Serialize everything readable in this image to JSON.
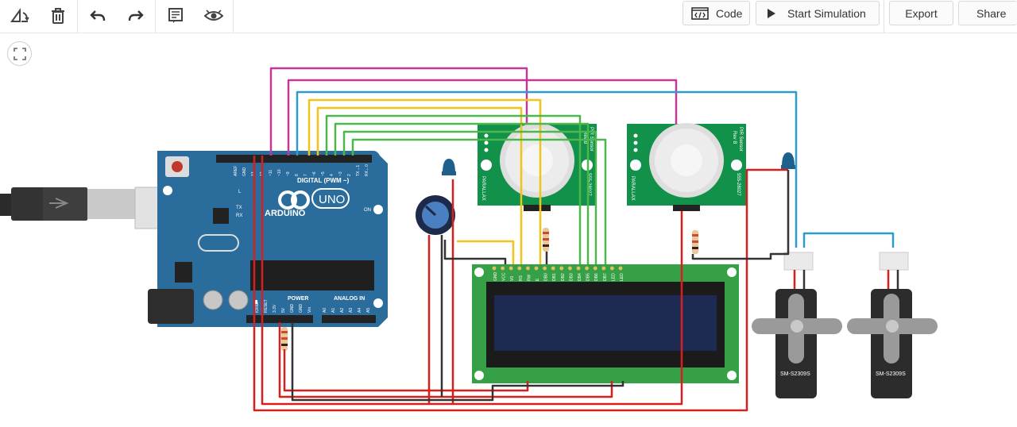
{
  "toolbar": {
    "left_tools": [
      {
        "name": "rotate-icon"
      },
      {
        "name": "trash-icon"
      },
      {
        "name": "undo-icon"
      },
      {
        "name": "redo-icon"
      },
      {
        "name": "notes-icon"
      },
      {
        "name": "visibility-icon"
      }
    ],
    "code_label": "Code",
    "start_sim_label": "Start Simulation",
    "export_label": "Export",
    "share_label": "Share"
  },
  "canvas": {
    "fit_view_icon": "fit-view-icon",
    "arduino": {
      "logo_text": "ARDUINO",
      "model": "UNO",
      "digital_header": "DIGITAL (PWM ~)",
      "power_label": "POWER",
      "analog_label": "ANALOG IN",
      "on_label": "ON",
      "led_labels": [
        "L",
        "TX",
        "RX"
      ],
      "top_pins": [
        "AREF",
        "GND",
        "13",
        "12",
        "~11",
        "~10",
        "~9",
        "8",
        "7",
        "~6",
        "~5",
        "4",
        "~3",
        "2",
        "TX→1",
        "RX←0"
      ],
      "power_pins": [
        "IOREF",
        "RESET",
        "3.3V",
        "5V",
        "GND",
        "GND",
        "Vin"
      ],
      "analog_pins": [
        "A0",
        "A1",
        "A2",
        "A3",
        "A4",
        "A5"
      ]
    },
    "pir_sensors": [
      {
        "side_text_1": "PIR Sensor",
        "side_text_2": "Rev B",
        "code": "555-28027",
        "left_text": "PARALLAX"
      },
      {
        "side_text_1": "PIR Sensor",
        "side_text_2": "Rev B",
        "code": "555-28027",
        "left_text": "PARALLAX"
      }
    ],
    "servos": [
      {
        "label": "SM-S2309S"
      },
      {
        "label": "SM-S2309S"
      }
    ],
    "lcd_pins": [
      "GND",
      "VCC",
      "V0",
      "RS",
      "RW",
      "E",
      "DB0",
      "DB1",
      "DB2",
      "DB3",
      "DB4",
      "DB5",
      "DB6",
      "DB7",
      "LED",
      "LED"
    ],
    "colors": {
      "arduino_board": "#2a6c9c",
      "pir_board": "#12914a",
      "lcd_board": "#36a046",
      "lcd_screen": "#1d2a52",
      "wire_red": "#d62020",
      "wire_black": "#333333",
      "wire_green": "#4bb84b",
      "wire_yellow": "#f0c419",
      "wire_magenta": "#c2389a",
      "wire_blue": "#2f9ad0"
    }
  }
}
